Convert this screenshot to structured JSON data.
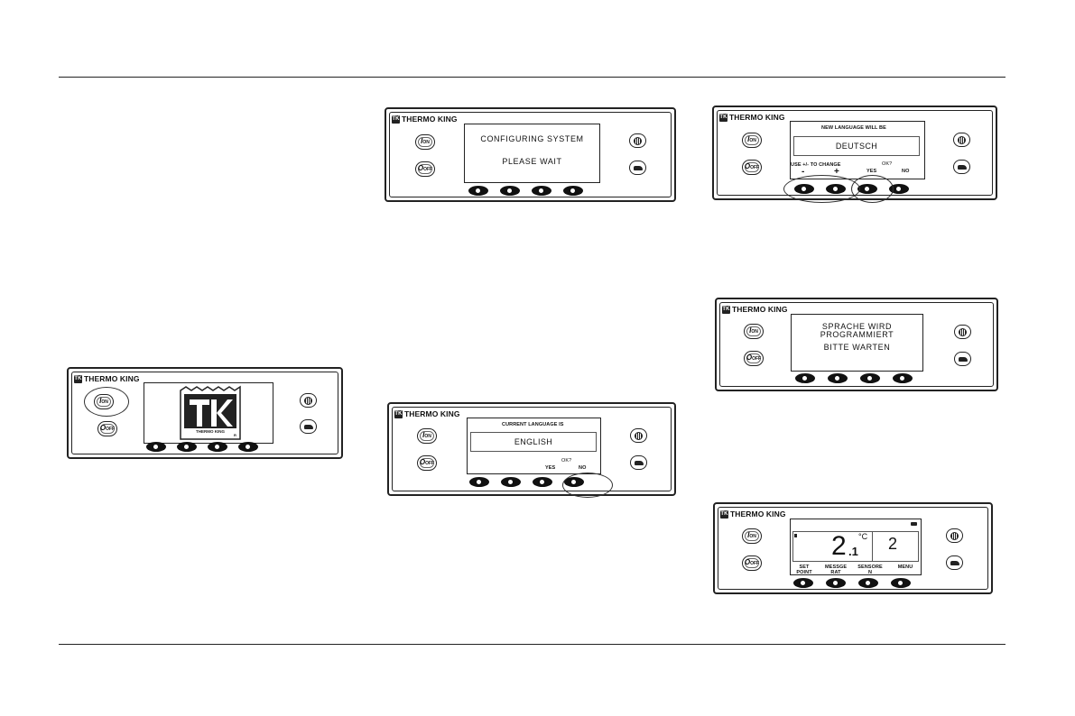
{
  "brand": "THERMO KING",
  "brand_icon": "TK",
  "power_on_label": {
    "main": "I",
    "sub": "ON"
  },
  "power_off_label": {
    "main": "O",
    "sub": "OFF"
  },
  "icons": {
    "defrost": "defrost-icon",
    "cycle_mode": "truck-mode-icon"
  },
  "panels": {
    "startup": {
      "logo_text": "THERMO KING",
      "logo_letters": "TK",
      "registered": "R"
    },
    "configuring": {
      "line1": "CONFIGURING SYSTEM",
      "line2": "PLEASE WAIT"
    },
    "current_language": {
      "heading": "CURRENT LANGUAGE IS",
      "value": "ENGLISH",
      "ok": "OK?",
      "yes": "YES",
      "no": "NO"
    },
    "new_language": {
      "heading": "NEW LANGUAGE WILL BE",
      "value": "DEUTSCH",
      "hint": "USE +/- TO CHANGE",
      "minus": "-",
      "plus": "+",
      "ok": "OK?",
      "yes": "YES",
      "no": "NO"
    },
    "programming": {
      "line1": "SPRACHE WIRD",
      "line2": "PROGRAMMIERT",
      "line3": "BITTE WARTEN"
    },
    "standard": {
      "temp_whole": "2",
      "temp_decimal": ".1",
      "unit": "°C",
      "right_value": "2",
      "softkey_labels": [
        "SET POINT",
        "MESSGE RAT",
        "SENSORE N",
        "MENU"
      ]
    }
  }
}
